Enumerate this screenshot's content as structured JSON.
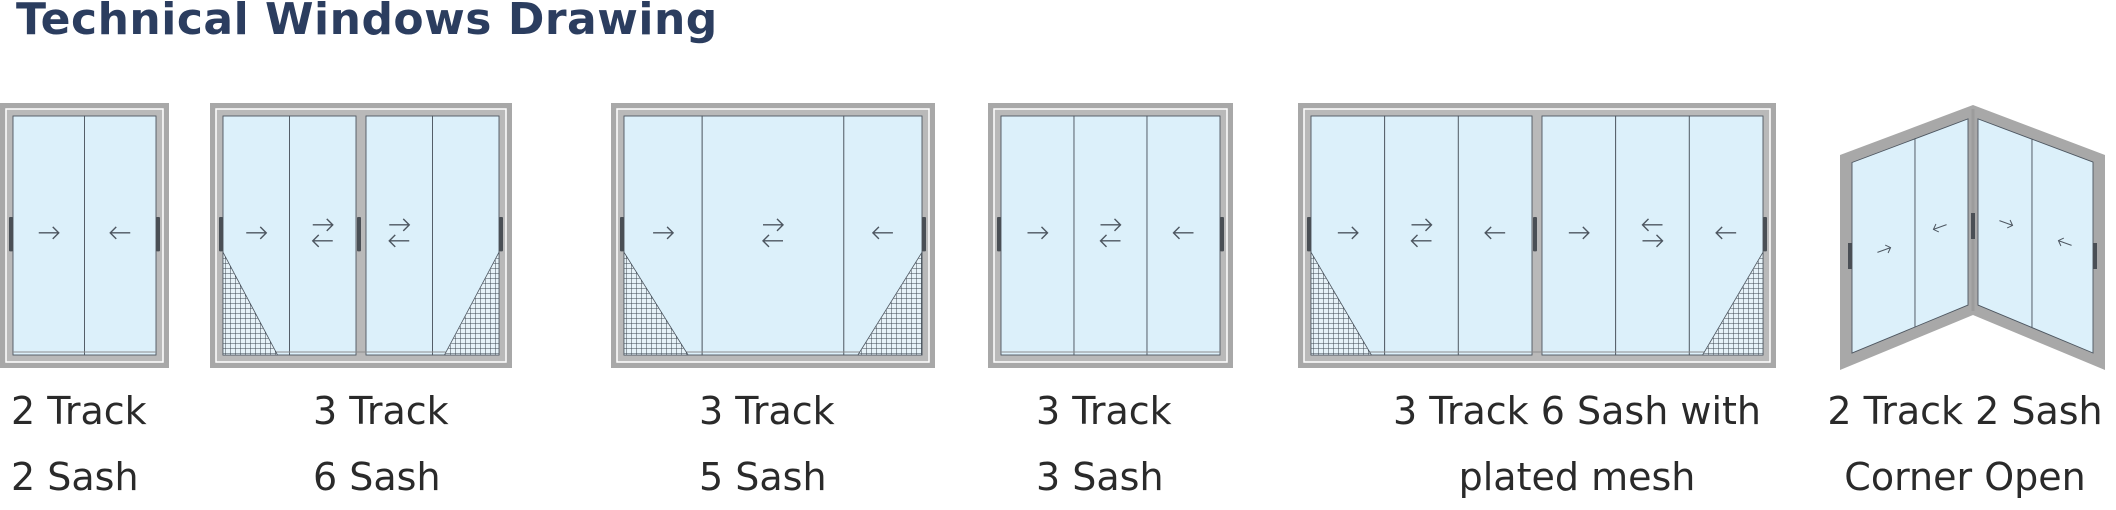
{
  "title": "Technical Windows Drawing",
  "colors": {
    "title": "#2b3d5f",
    "frame": "#a8a8a8",
    "glass": "#dcf0fa",
    "line": "#4d5660"
  },
  "windows": [
    {
      "line1": "2 Track",
      "line2": "2 Sash",
      "arrows": [
        "right",
        "left"
      ],
      "mesh": false
    },
    {
      "line1": "3 Track",
      "line2": "6 Sash",
      "arrows": [
        "right",
        "swap-right-left",
        "swap-right-left",
        "none"
      ],
      "mesh": true
    },
    {
      "line1": "3 Track",
      "line2": "5 Sash",
      "arrows": [
        "right",
        "swap-right-left",
        "left"
      ],
      "mesh": true
    },
    {
      "line1": "3 Track",
      "line2": "3 Sash",
      "arrows": [
        "right",
        "swap-right-left",
        "left"
      ],
      "mesh": false
    },
    {
      "line1": "3 Track 6 Sash with",
      "line2": "plated mesh",
      "arrows": [
        "right",
        "swap-right-left",
        "left",
        "right",
        "swap-left-right",
        "left"
      ],
      "mesh": true
    },
    {
      "line1": "2 Track 2 Sash",
      "line2": "Corner Open",
      "arrows": [
        "right",
        "left",
        "right",
        "left"
      ],
      "mesh": false
    }
  ]
}
